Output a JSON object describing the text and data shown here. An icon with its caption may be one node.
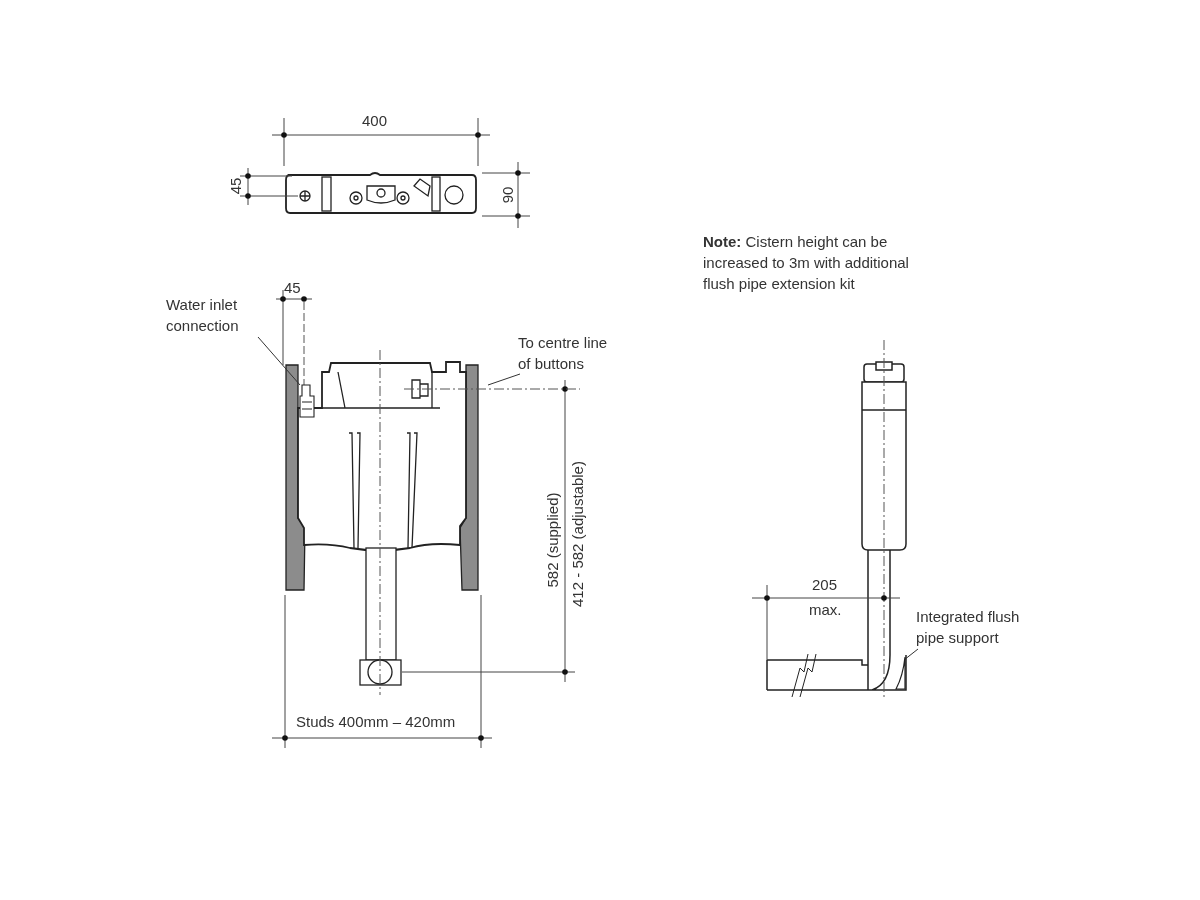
{
  "diagram": {
    "nodes": [
      {
        "text": [
          "Water inlet connection"
        ]
      },
      {
        "text": [],
        "shape": "box"
      },
      {
        "text": [
          "To centre line of buttons"
        ]
      },
      {
        "text": [],
        "shape": "line"
      },
      {
        "text": [
          "Integrated flush pipe support"
        ]
      },
      {
        "text": [],
        "shape": "box"
      }
    ],
    "edges": [
      {
        "from": 0,
        "to": 1,
        "arrow": "none"
      },
      {
        "from": 2,
        "to": 3,
        "arrow": "none"
      },
      {
        "from": 4,
        "to": 5,
        "arrow": "none"
      }
    ],
    "labels": [
      "400",
      "45",
      "90",
      "**Note:** Cistern height can be increased to 3m with additional flush pipe extension kit",
      "45",
      "582 (supplied)",
      "412 - 582 (adjustable)",
      "205",
      "max.",
      "Studs 400mm – 420mm"
    ]
  }
}
